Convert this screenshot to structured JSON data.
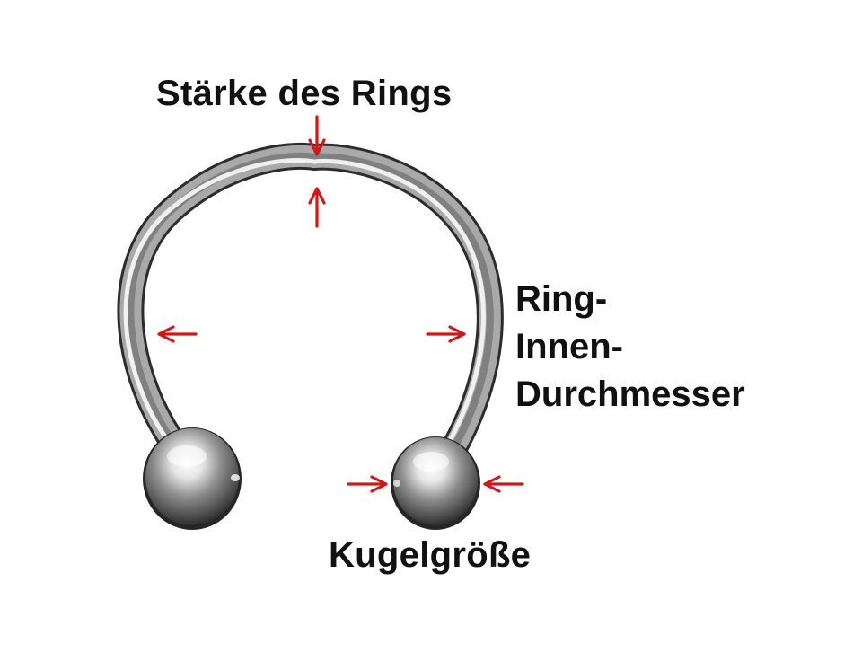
{
  "labels": {
    "ring_thickness": "Stärke des Rings",
    "inner_diameter": [
      "Ring-",
      "Innen-",
      "Durchmesser"
    ],
    "ball_size": "Kugelgröße"
  },
  "colors": {
    "arrow": "#d01818",
    "text": "#111111",
    "background": "#ffffff",
    "metal_dark": "#3a3a3a",
    "metal_mid": "#9a9a9a",
    "metal_light": "#f2f2f2"
  },
  "icons": {
    "arrows": "red-measurement-arrow-icon"
  }
}
